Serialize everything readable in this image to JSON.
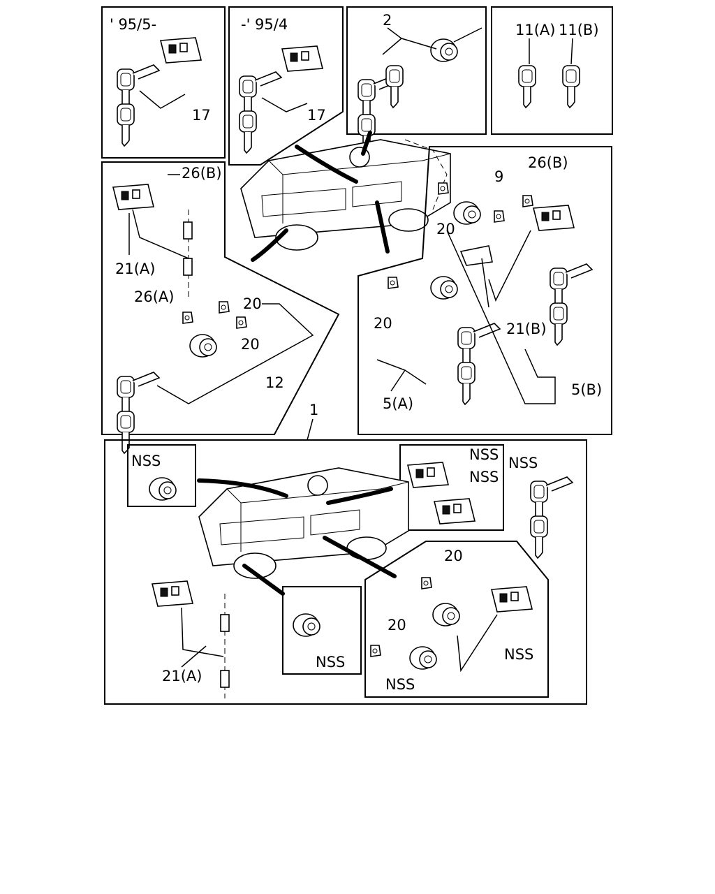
{
  "labels": {
    "date_new": "' 95/5-",
    "date_old": "-' 95/4",
    "keyset_17": "17",
    "part_2": "2",
    "key_11a": "11(A)",
    "key_11b": "11(B)",
    "bolt_26b": "26(B)",
    "bolt_26a": "26(A)",
    "part_9": "9",
    "clip_20": "20",
    "rod_21a": "21(A)",
    "rod_21b": "21(B)",
    "set_12": "12",
    "set_5a": "5(A)",
    "set_5b": "5(B)",
    "assembly_1": "1",
    "nss": "NSS"
  }
}
